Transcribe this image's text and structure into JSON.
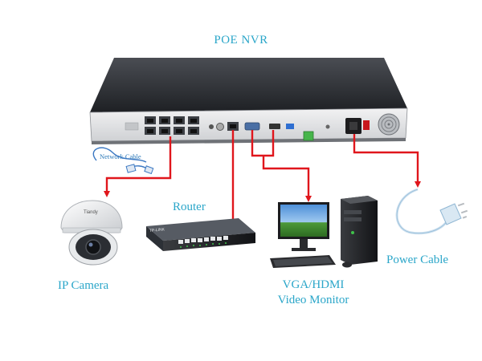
{
  "title": "POE NVR",
  "labels": {
    "network_cable": "Network Cable",
    "router": "Router",
    "ip_camera": "IP Camera",
    "monitor_line1": "VGA/HDMI",
    "monitor_line2": "Video Monitor",
    "power_cable": "Power Cable"
  },
  "device_texts": {
    "camera_brand": "Tiandy",
    "router_brand": "TP-LINK"
  },
  "colors": {
    "label": "#2aa6c9",
    "wire": "#e0161c",
    "nvr_body": "#2b2d31",
    "nvr_panel": "#e3e4e6",
    "router_body": "#3a3f47",
    "port_led": "#3fc24a"
  }
}
